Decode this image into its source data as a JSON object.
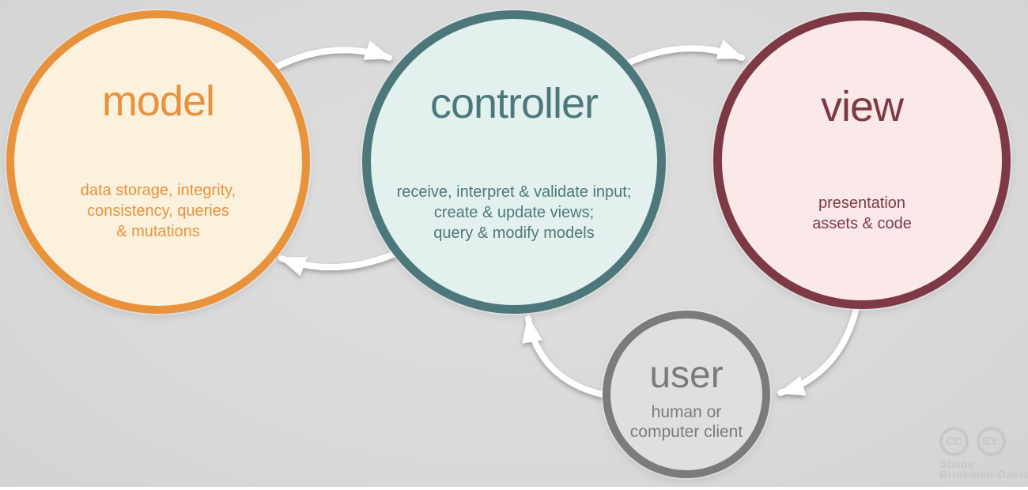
{
  "nodes": [
    {
      "id": "model",
      "title": "model",
      "description": "data storage, integrity,\nconsistency, queries\n& mutations",
      "border_color": "#e8923c",
      "fill_color": "#fbf1dc",
      "text_color": "#e8923c"
    },
    {
      "id": "controller",
      "title": "controller",
      "description": "receive, interpret & validate input;\ncreate & update views;\nquery & modify models",
      "border_color": "#4d787b",
      "fill_color": "#e3f1ee",
      "text_color": "#4d787b"
    },
    {
      "id": "view",
      "title": "view",
      "description": "presentation\nassets & code",
      "border_color": "#7d3a46",
      "fill_color": "#fbe9ea",
      "text_color": "#7d3a46"
    },
    {
      "id": "user",
      "title": "user",
      "description": "human or\ncomputer client",
      "border_color": "#7b7b7b",
      "fill_color": "#dfdfdf",
      "text_color": "#7b7b7b"
    }
  ],
  "arrows": [
    {
      "from": "model",
      "to": "controller",
      "color": "#ffffff"
    },
    {
      "from": "controller",
      "to": "view",
      "color": "#ffffff"
    },
    {
      "from": "controller",
      "to": "model",
      "color": "#ffffff"
    },
    {
      "from": "view",
      "to": "user",
      "color": "#ffffff"
    },
    {
      "from": "user",
      "to": "controller",
      "color": "#ffffff"
    }
  ],
  "attribution": {
    "cc_label": "CC",
    "by_label": "BY:",
    "author_line1": "Shane",
    "author_line2": "Brinkman-Davis",
    "color": "#c7c7c7"
  }
}
